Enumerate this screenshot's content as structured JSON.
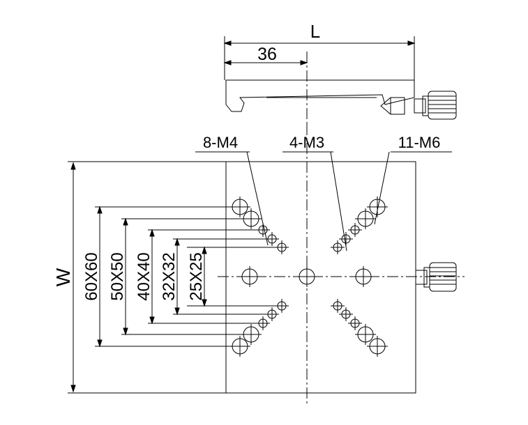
{
  "labels": {
    "length": "L",
    "offset": "36",
    "width": "W",
    "hole_m4": "8-M4",
    "hole_m3": "4-M3",
    "hole_m6": "11-M6",
    "pitch_60": "60X60",
    "pitch_50": "50X50",
    "pitch_40": "40X40",
    "pitch_32": "32X32",
    "pitch_25": "25X25"
  },
  "colors": {
    "line": "#000000",
    "background": "#ffffff"
  }
}
